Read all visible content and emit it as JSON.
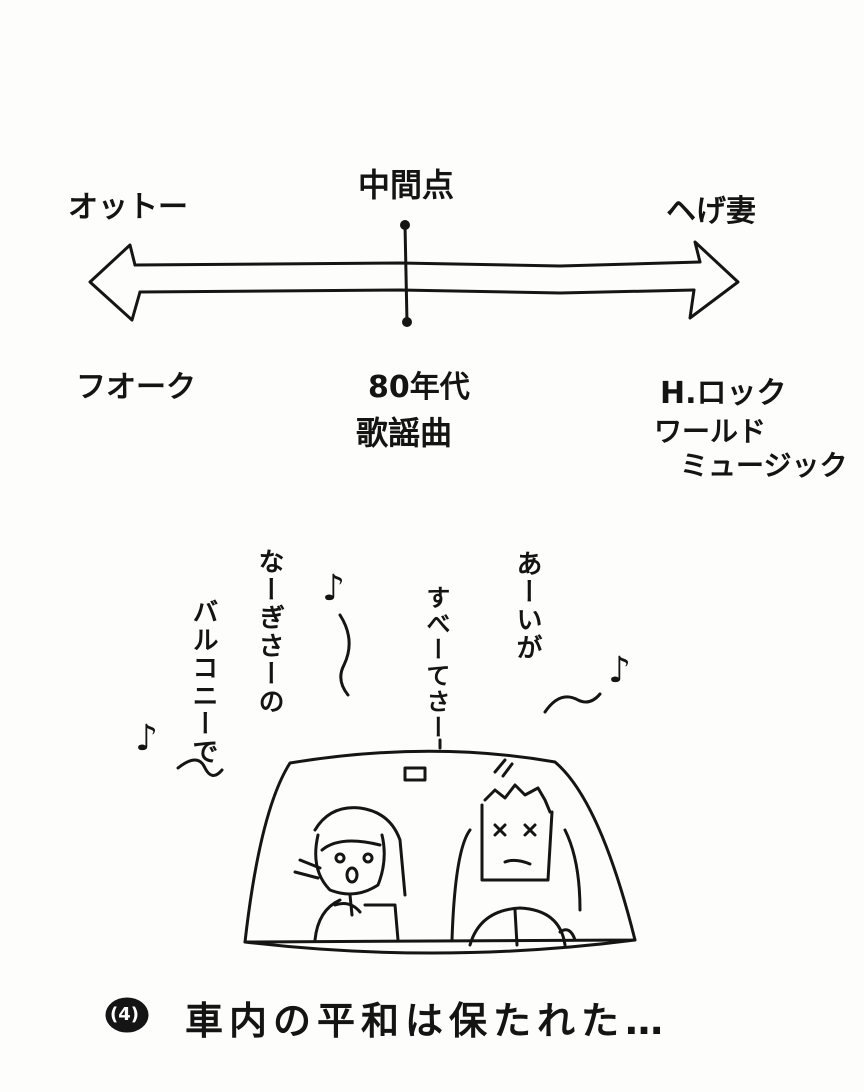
{
  "axis": {
    "left_label": "オットー",
    "center_label": "中間点",
    "right_label": "ヘげ妻",
    "left_genre": "フオーク",
    "center_genre_line1": "80年代",
    "center_genre_line2": "歌謡曲",
    "right_genre_line1": "H.ロック",
    "right_genre_line2": "ワールド",
    "right_genre_line3": "ミュージック"
  },
  "car_scene": {
    "song_left_line1": "なーぎさーの",
    "song_left_line2": "バルコニーで",
    "song_right_line1": "あーいが",
    "song_right_line2": "すべーてさー",
    "music_note": "♪"
  },
  "caption": {
    "number": "(4)",
    "text": "車内の平和は保たれた…"
  }
}
